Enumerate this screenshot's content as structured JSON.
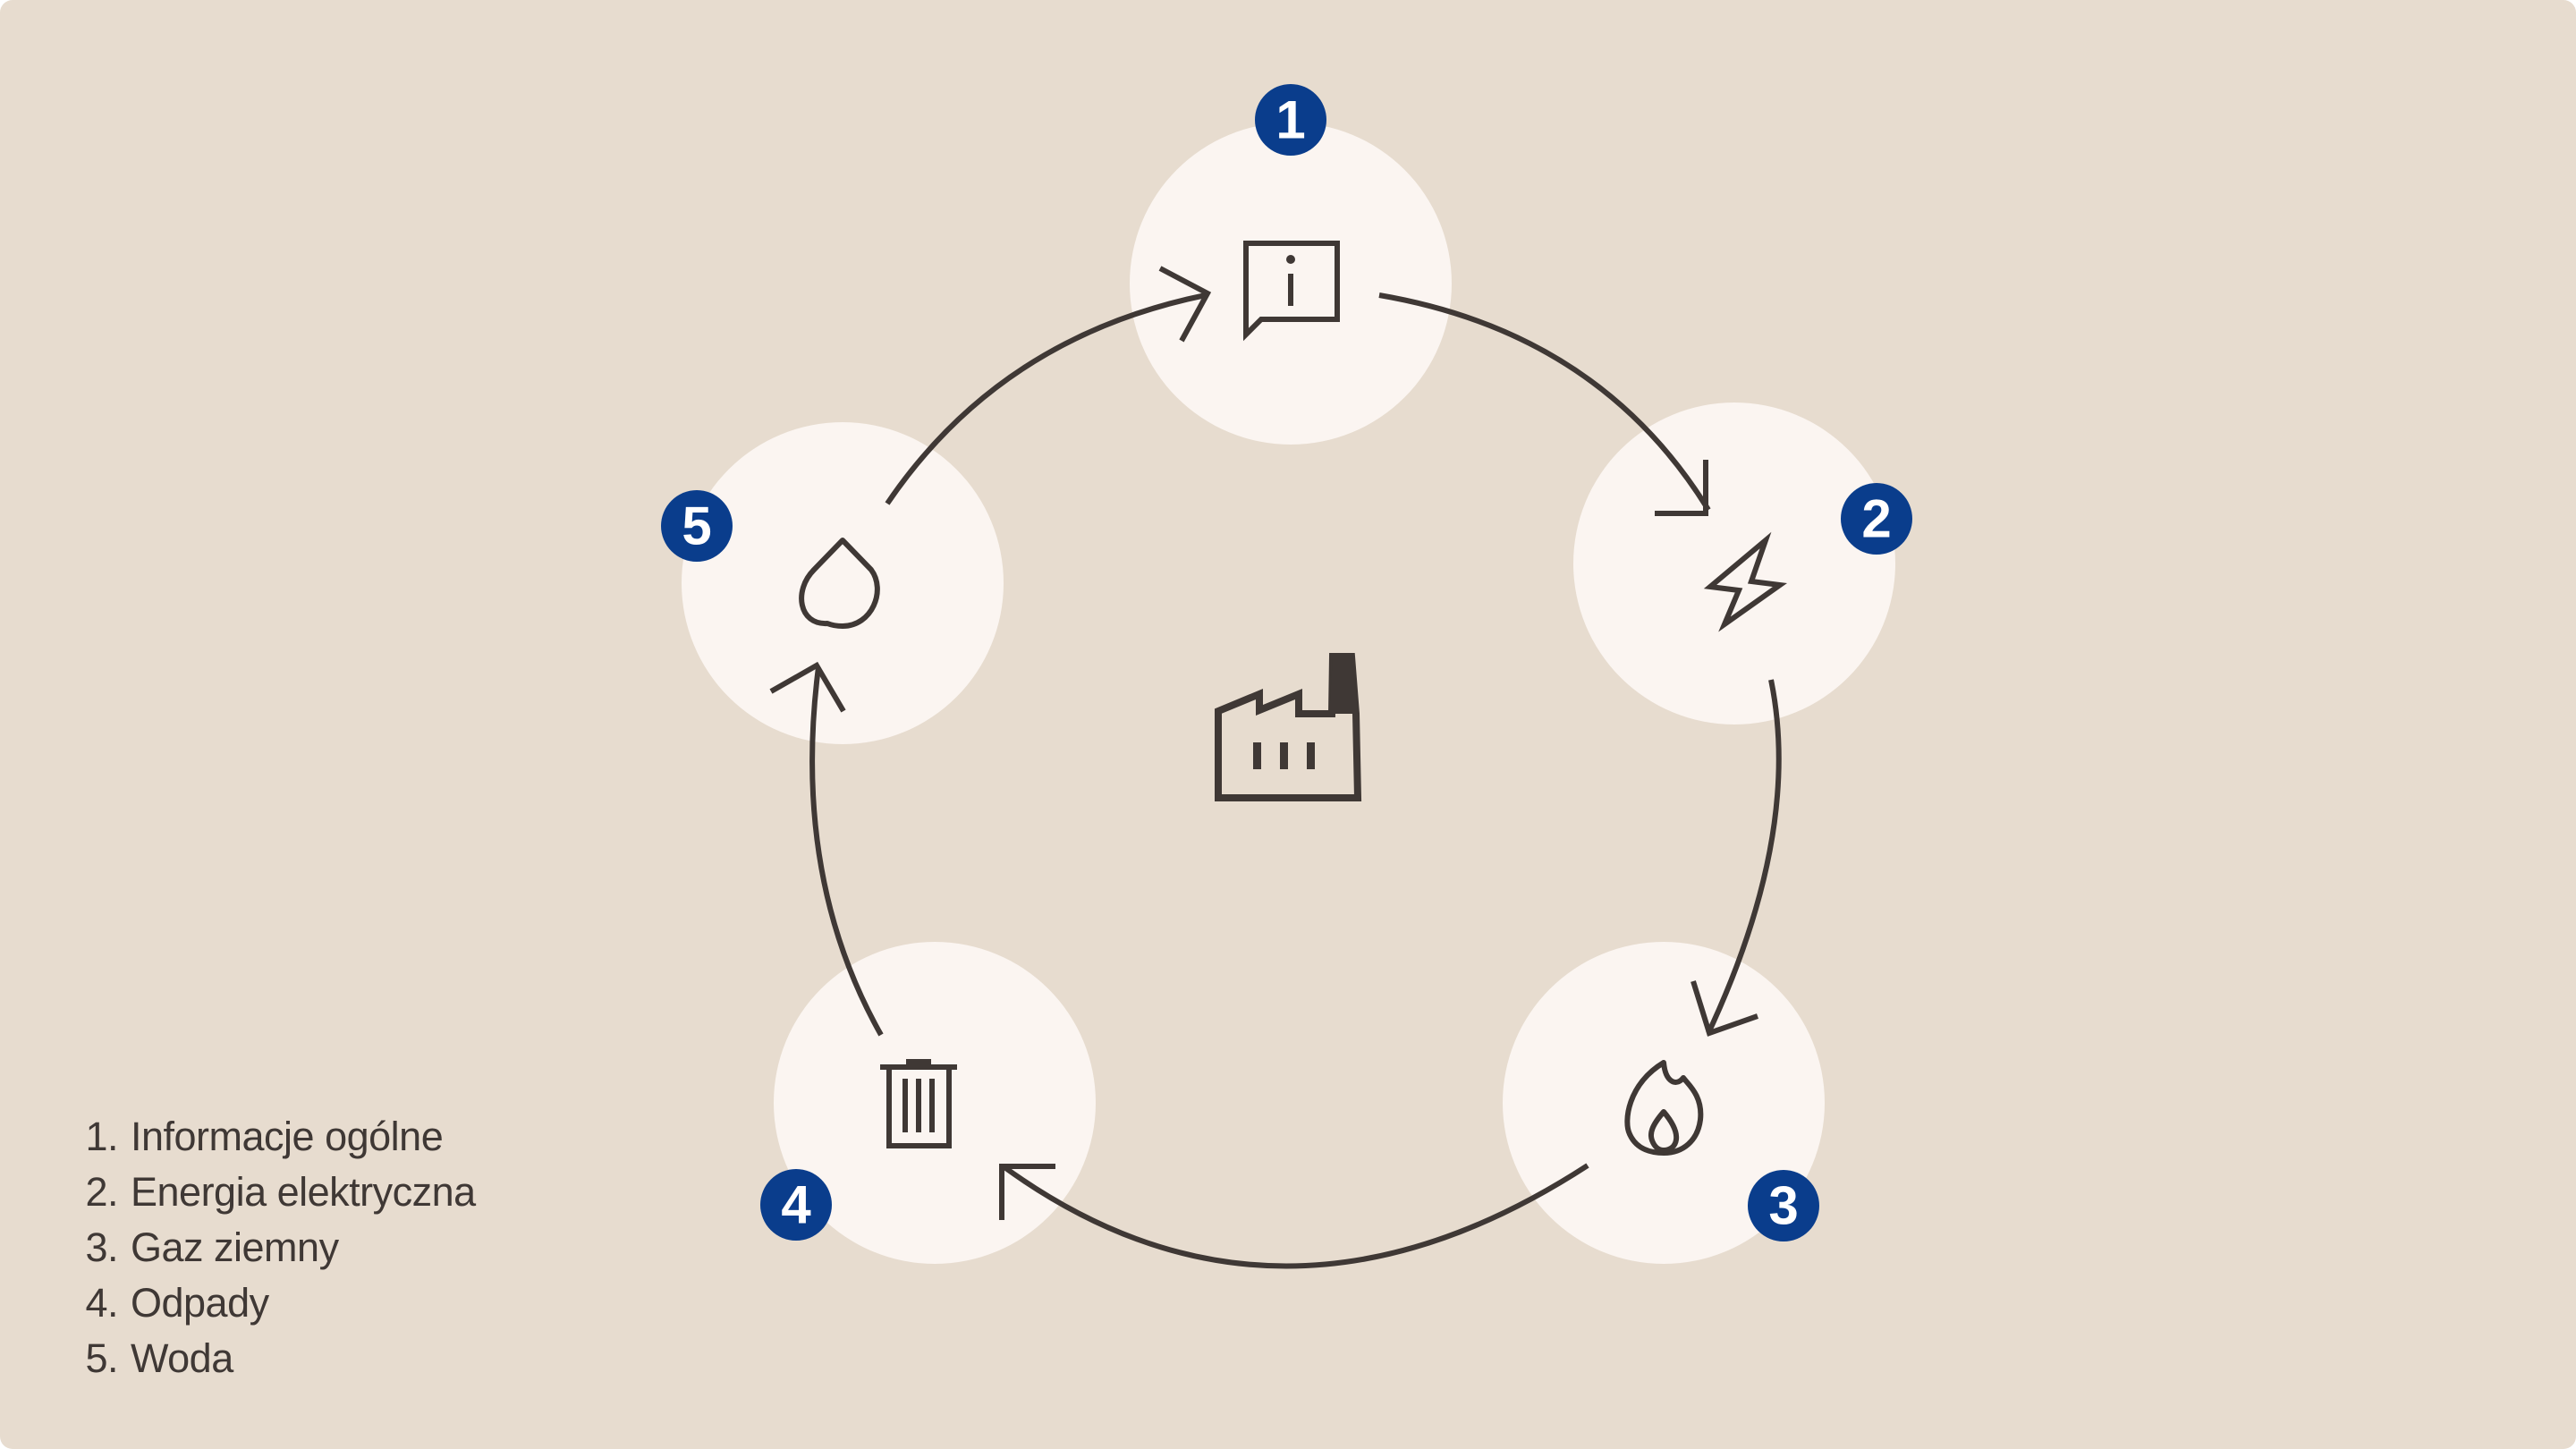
{
  "nodes": [
    {
      "number": "1",
      "icon": "info-chat-icon"
    },
    {
      "number": "2",
      "icon": "lightning-icon"
    },
    {
      "number": "3",
      "icon": "flame-icon"
    },
    {
      "number": "4",
      "icon": "trash-icon"
    },
    {
      "number": "5",
      "icon": "water-drop-icon"
    }
  ],
  "center": {
    "icon": "factory-icon"
  },
  "legend": {
    "items": [
      {
        "number": "1.",
        "label": "Informacje ogólne"
      },
      {
        "number": "2.",
        "label": "Energia elektryczna"
      },
      {
        "number": "3.",
        "label": "Gaz ziemny"
      },
      {
        "number": "4.",
        "label": "Odpady"
      },
      {
        "number": "5.",
        "label": "Woda"
      }
    ]
  },
  "colors": {
    "background": "#e7dccf",
    "node_circle": "#fbf5f1",
    "badge": "#0a3d8c",
    "stroke": "#3f3835"
  }
}
